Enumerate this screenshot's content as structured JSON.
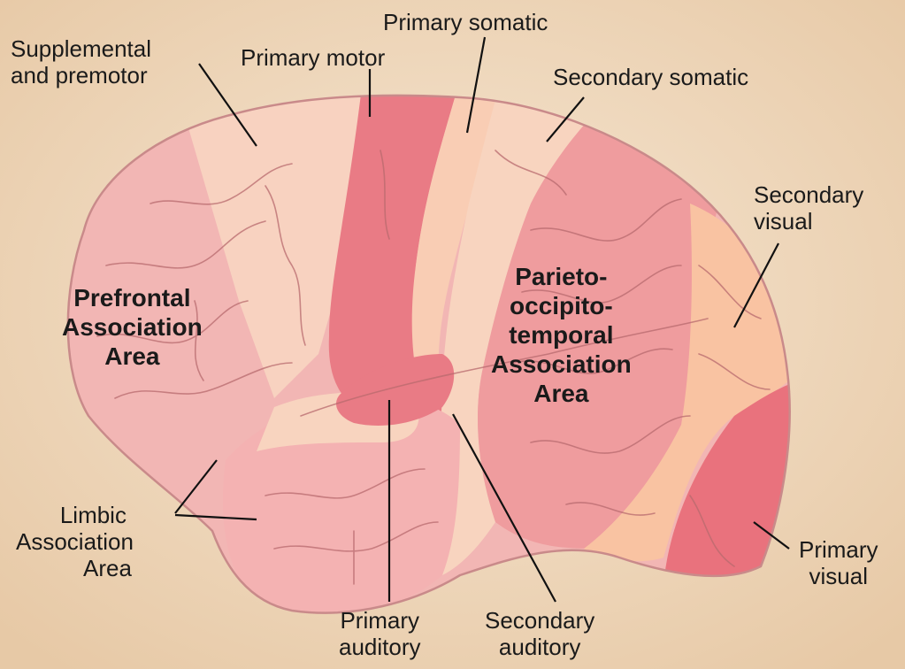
{
  "labels": {
    "supplemental": [
      "Supplemental",
      "and premotor"
    ],
    "primary_motor": "Primary motor",
    "primary_somatic": "Primary somatic",
    "secondary_somatic": "Secondary somatic",
    "secondary_visual": [
      "Secondary",
      "visual"
    ],
    "prefrontal": [
      "Prefrontal",
      "Association",
      "Area"
    ],
    "parieto": [
      "Parieto-",
      "occipito-",
      "temporal",
      "Association",
      "Area"
    ],
    "limbic": [
      "Limbic",
      "Association",
      "Area"
    ],
    "primary_auditory": [
      "Primary",
      "auditory"
    ],
    "secondary_auditory": [
      "Secondary",
      "auditory"
    ],
    "primary_visual": [
      "Primary",
      "visual"
    ]
  },
  "colors": {
    "background": "#efd8bd",
    "prefrontal": "#f2b6b4",
    "supplemental": "#f8d2c0",
    "motor": "#e97b85",
    "somatic": "#f9cdb4",
    "parietal": "#ef9c9e",
    "secondary_visual": "#f9c3a2",
    "primary_visual": "#e9727d",
    "temporal": "#f4b2b2",
    "vessels": "#b86a6e",
    "outline": "#c98a8a",
    "leader": "#111111"
  }
}
